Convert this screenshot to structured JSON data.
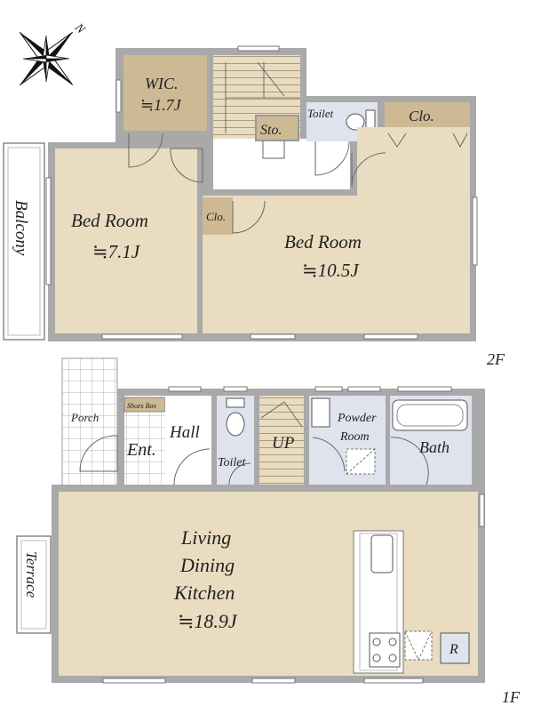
{
  "compass": {
    "north": "N"
  },
  "floor2": {
    "floor_label": "2F",
    "wic_name": "WIC.",
    "wic_size": "≒1.7J",
    "sto": "Sto.",
    "toilet": "Toilet",
    "clo_top": "Clo.",
    "clo_small": "Clo.",
    "balcony": "Balcony",
    "bed1_name": "Bed Room",
    "bed1_size": "≒7.1J",
    "bed2_name": "Bed Room",
    "bed2_size": "≒10.5J"
  },
  "floor1": {
    "floor_label": "1F",
    "porch": "Porch",
    "shoes_box": "Shoes Box",
    "ent": "Ent.",
    "hall": "Hall",
    "toilet": "Toilet",
    "up": "UP",
    "powder_room_1": "Powder",
    "powder_room_2": "Room",
    "bath": "Bath",
    "terrace": "Terrace",
    "ldk_1": "Living",
    "ldk_2": "Dining",
    "ldk_3": "Kitchen",
    "ldk_size": "≒18.9J",
    "fridge": "R"
  },
  "colors": {
    "room_floor": "#e9dcc0",
    "closet_floor": "#cdb994",
    "wet_floor": "#dfe3ee",
    "wall": "#a9a9a9",
    "hall_floor": "#ffffff"
  }
}
